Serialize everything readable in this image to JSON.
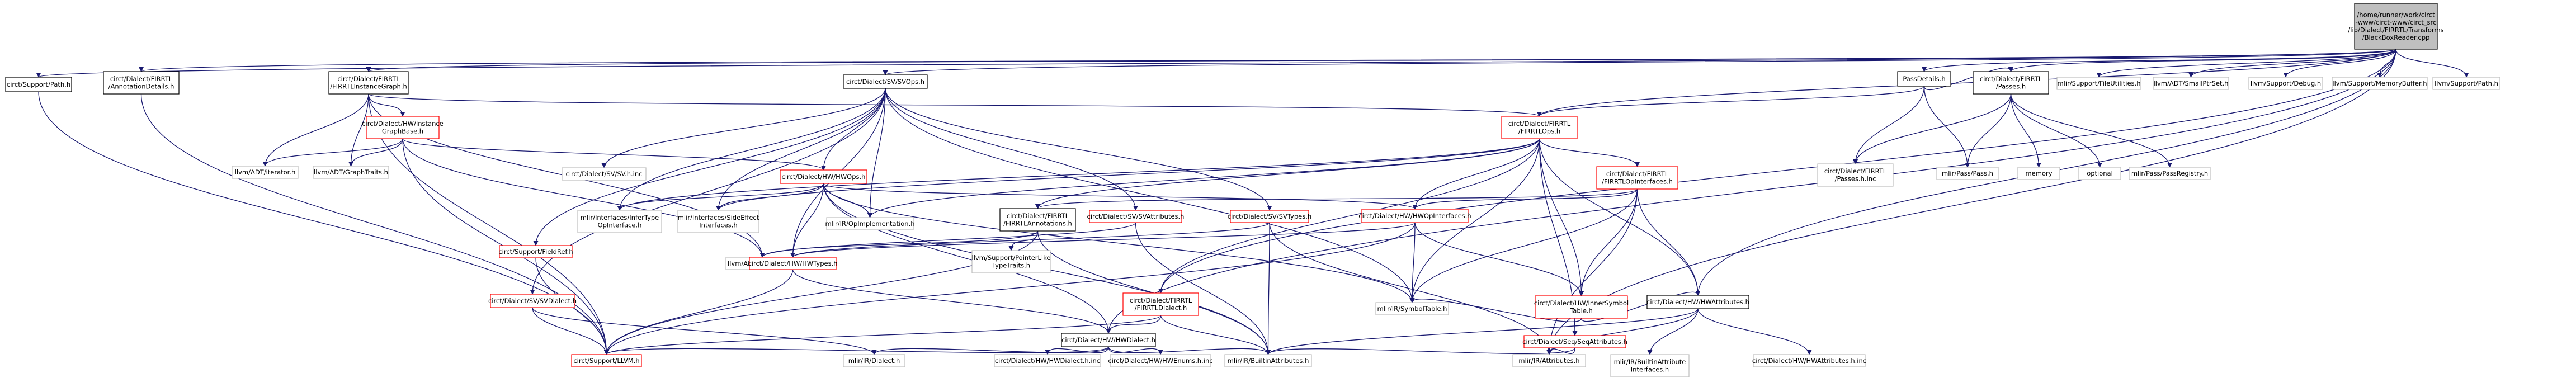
{
  "colors": {
    "edge": "#191970",
    "root_fill": "#bfbfbf",
    "node_fill": "#ffffff",
    "normal_border": "#000000",
    "red_border": "#ff0000",
    "gray_border": "#bfbfbf"
  },
  "nodes": [
    {
      "id": "root",
      "lines": [
        "/home/runner/work/circt",
        "-www/circt-www/circt_src",
        "/lib/Dialect/FIRRTL/Transforms",
        "/BlackBoxReader.cpp"
      ],
      "style": "root"
    },
    {
      "id": "supportpath",
      "lines": [
        "circt/Support/Path.h"
      ],
      "style": "normal"
    },
    {
      "id": "annotdetails",
      "lines": [
        "circt/Dialect/FIRRTL",
        "/AnnotationDetails.h"
      ],
      "style": "normal"
    },
    {
      "id": "instgraph",
      "lines": [
        "circt/Dialect/FIRRTL",
        "/FIRRTLInstanceGraph.h"
      ],
      "style": "normal"
    },
    {
      "id": "hwinstgraph",
      "lines": [
        "circt/Dialect/HW/Instance",
        "GraphBase.h"
      ],
      "style": "red"
    },
    {
      "id": "llvmiterator",
      "lines": [
        "llvm/ADT/iterator.h"
      ],
      "style": "gray"
    },
    {
      "id": "graphtraits",
      "lines": [
        "llvm/ADT/GraphTraits.h"
      ],
      "style": "gray"
    },
    {
      "id": "svops",
      "lines": [
        "circt/Dialect/SV/SVOps.h"
      ],
      "style": "normal"
    },
    {
      "id": "svincl",
      "lines": [
        "circt/Dialect/SV/SV.h.inc"
      ],
      "style": "gray"
    },
    {
      "id": "hwops",
      "lines": [
        "circt/Dialect/HW/HWOps.h"
      ],
      "style": "red"
    },
    {
      "id": "fieldref",
      "lines": [
        "circt/Support/FieldRef.h"
      ],
      "style": "red"
    },
    {
      "id": "svdialect",
      "lines": [
        "circt/Dialect/SV/SVDialect.h"
      ],
      "style": "red"
    },
    {
      "id": "circtllvm",
      "lines": [
        "circt/Support/LLVM.h"
      ],
      "style": "red"
    },
    {
      "id": "infertype",
      "lines": [
        "mlir/Interfaces/InferType",
        "OpInterface.h"
      ],
      "style": "gray"
    },
    {
      "id": "sideeffect",
      "lines": [
        "mlir/Interfaces/SideEffect",
        "Interfaces.h"
      ],
      "style": "gray"
    },
    {
      "id": "opimpl",
      "lines": [
        "mlir/IR/OpImplementation.h"
      ],
      "style": "gray"
    },
    {
      "id": "firannotations",
      "lines": [
        "circt/Dialect/FIRRTL",
        "/FIRRTLAnnotations.h"
      ],
      "style": "normal"
    },
    {
      "id": "svattributes",
      "lines": [
        "circt/Dialect/SV/SVAttributes.h"
      ],
      "style": "red"
    },
    {
      "id": "svtypes",
      "lines": [
        "circt/Dialect/SV/SVTypes.h"
      ],
      "style": "red"
    },
    {
      "id": "stlextras",
      "lines": [
        "llvm/ADT/STLExtras.h"
      ],
      "style": "gray"
    },
    {
      "id": "hwtypes",
      "lines": [
        "circt/Dialect/HW/HWTypes.h"
      ],
      "style": "red"
    },
    {
      "id": "pointerlike",
      "lines": [
        "llvm/Support/PointerLike",
        "TypeTraits.h"
      ],
      "style": "gray"
    },
    {
      "id": "firops",
      "lines": [
        "circt/Dialect/FIRRTL",
        "/FIRRTLOps.h"
      ],
      "style": "red"
    },
    {
      "id": "fiopinterfaces",
      "lines": [
        "circt/Dialect/FIRRTL",
        "/FIRRTLOpInterfaces.h"
      ],
      "style": "red"
    },
    {
      "id": "hwopinterfaces",
      "lines": [
        "circt/Dialect/HW/HWOpInterfaces.h"
      ],
      "style": "red"
    },
    {
      "id": "firdialect",
      "lines": [
        "circt/Dialect/FIRRTL",
        "/FIRRTLDialect.h"
      ],
      "style": "red"
    },
    {
      "id": "hwdialect",
      "lines": [
        "circt/Dialect/HW/HWDialect.h"
      ],
      "style": "normal"
    },
    {
      "id": "mlirdialect",
      "lines": [
        "mlir/IR/Dialect.h"
      ],
      "style": "gray"
    },
    {
      "id": "hwdialectinc",
      "lines": [
        "circt/Dialect/HW/HWDialect.h.inc"
      ],
      "style": "gray"
    },
    {
      "id": "hwenumsinc",
      "lines": [
        "circt/Dialect/HW/HWEnums.h.inc"
      ],
      "style": "gray"
    },
    {
      "id": "builtinattrs",
      "lines": [
        "mlir/IR/BuiltinAttributes.h"
      ],
      "style": "gray"
    },
    {
      "id": "symboltable",
      "lines": [
        "mlir/IR/SymbolTable.h"
      ],
      "style": "gray"
    },
    {
      "id": "innersymbol",
      "lines": [
        "circt/Dialect/HW/InnerSymbol",
        "Table.h"
      ],
      "style": "red"
    },
    {
      "id": "hwattributes",
      "lines": [
        "circt/Dialect/HW/HWAttributes.h"
      ],
      "style": "normal"
    },
    {
      "id": "seqattributes",
      "lines": [
        "circt/Dialect/Seq/SeqAttributes.h"
      ],
      "style": "red"
    },
    {
      "id": "mlirattributes",
      "lines": [
        "mlir/IR/Attributes.h"
      ],
      "style": "gray"
    },
    {
      "id": "builtinattrif",
      "lines": [
        "mlir/IR/BuiltinAttribute",
        "Interfaces.h"
      ],
      "style": "gray"
    },
    {
      "id": "hwattrsinc",
      "lines": [
        "circt/Dialect/HW/HWAttributes.h.inc"
      ],
      "style": "gray"
    },
    {
      "id": "passdetails",
      "lines": [
        "PassDetails.h"
      ],
      "style": "normal"
    },
    {
      "id": "firpasses",
      "lines": [
        "circt/Dialect/FIRRTL",
        "/Passes.h"
      ],
      "style": "normal"
    },
    {
      "id": "firpassesinc",
      "lines": [
        "circt/Dialect/FIRRTL",
        "/Passes.h.inc"
      ],
      "style": "gray"
    },
    {
      "id": "mlirpass",
      "lines": [
        "mlir/Pass/Pass.h"
      ],
      "style": "gray"
    },
    {
      "id": "memory",
      "lines": [
        "memory"
      ],
      "style": "gray"
    },
    {
      "id": "optional",
      "lines": [
        "optional"
      ],
      "style": "gray"
    },
    {
      "id": "passregistry",
      "lines": [
        "mlir/Pass/PassRegistry.h"
      ],
      "style": "gray"
    },
    {
      "id": "fileutilities",
      "lines": [
        "mlir/Support/FileUtilities.h"
      ],
      "style": "gray"
    },
    {
      "id": "smallptrset",
      "lines": [
        "llvm/ADT/SmallPtrSet.h"
      ],
      "style": "gray"
    },
    {
      "id": "debug",
      "lines": [
        "llvm/Support/Debug.h"
      ],
      "style": "gray"
    },
    {
      "id": "memorybuffer",
      "lines": [
        "llvm/Support/MemoryBuffer.h"
      ],
      "style": "gray"
    },
    {
      "id": "llvmpath",
      "lines": [
        "llvm/Support/Path.h"
      ],
      "style": "gray"
    }
  ]
}
